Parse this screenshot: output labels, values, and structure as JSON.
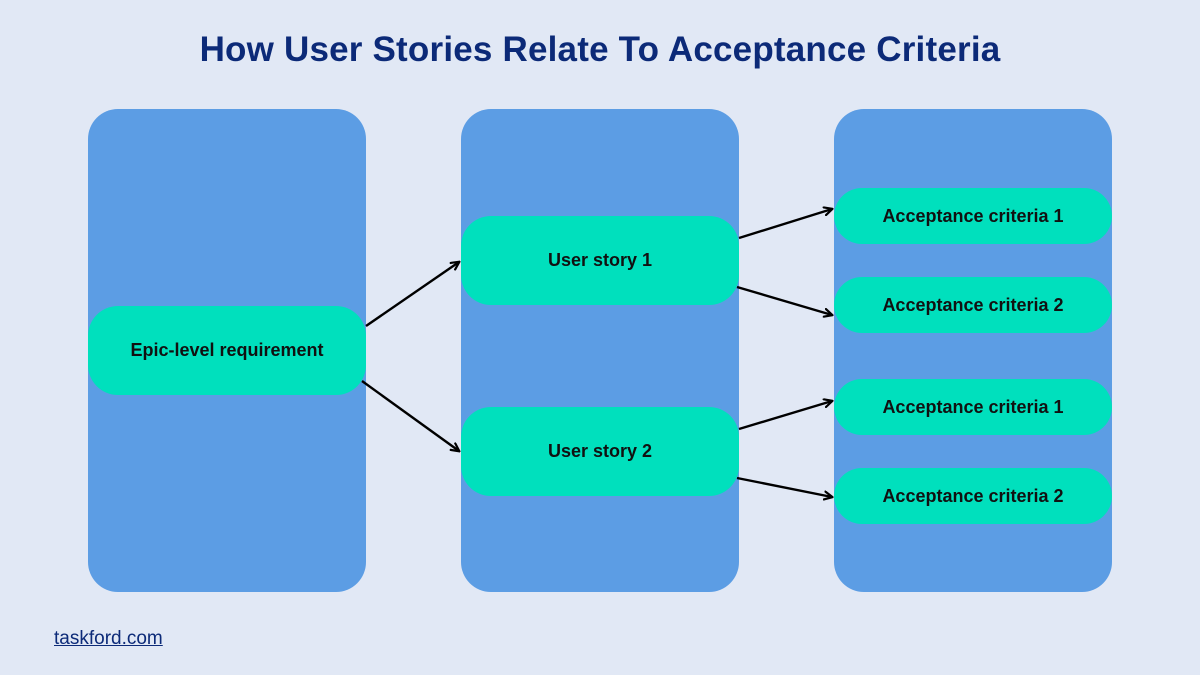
{
  "title": "How User Stories Relate To Acceptance Criteria",
  "epic": {
    "label": "Epic-level requirement"
  },
  "stories": [
    {
      "label": "User story 1"
    },
    {
      "label": "User story 2"
    }
  ],
  "criteria": [
    {
      "label": "Acceptance criteria 1"
    },
    {
      "label": "Acceptance criteria 2"
    },
    {
      "label": "Acceptance criteria 1"
    },
    {
      "label": "Acceptance criteria 2"
    }
  ],
  "footer": {
    "link_text": "taskford.com"
  },
  "colors": {
    "background": "#e1e8f5",
    "title": "#0c2a78",
    "column": "#5c9de4",
    "node": "#00e0bd",
    "node_text": "#111111",
    "arrow": "#000000"
  }
}
